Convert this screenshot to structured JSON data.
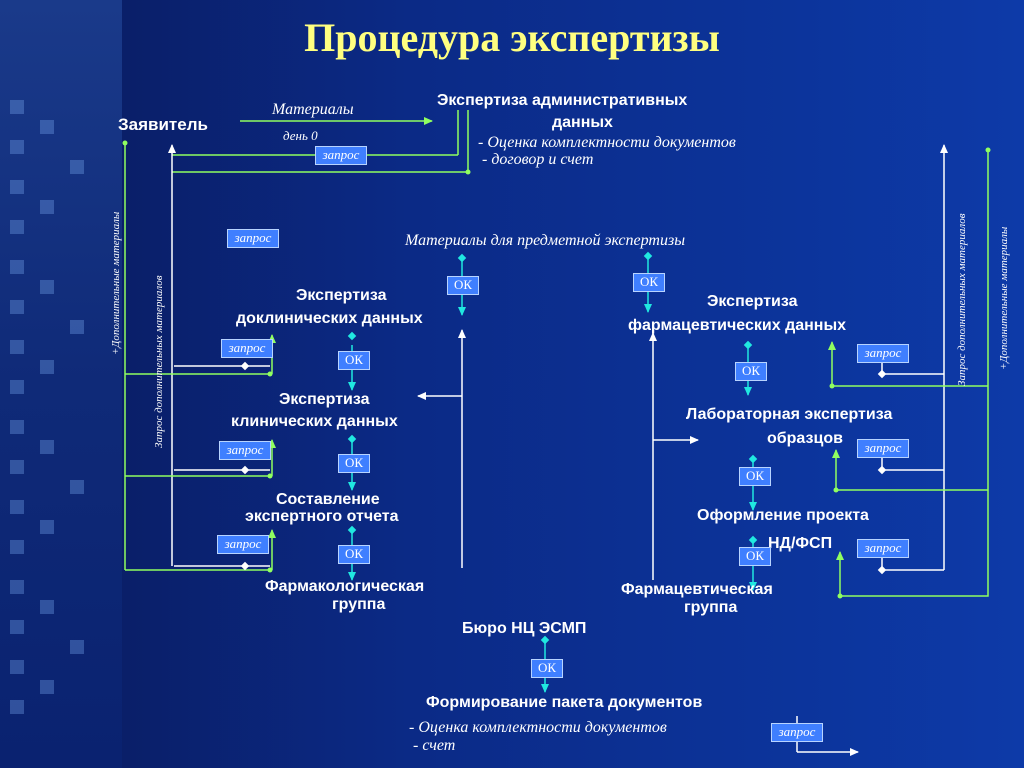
{
  "title": "Процедура экспертизы",
  "applicant": "Заявитель",
  "materials": "Материалы",
  "day0": "день 0",
  "admin": {
    "line1": "Экспертиза административных",
    "line2": "данных",
    "note1": "- Оценка комплектности документов",
    "note2": "- договор и счет"
  },
  "subject_materials": "Материалы для предметной экспертизы",
  "preclinical": {
    "line1": "Экспертиза",
    "line2": "доклинических данных"
  },
  "clinical": {
    "line1": "Экспертиза",
    "line2": "клинических данных"
  },
  "report": {
    "line1": "Составление",
    "line2": "экспертного отчета"
  },
  "pharmacol_group": {
    "line1": "Фармакологическая",
    "line2": "группа"
  },
  "pharma_data": {
    "line1": "Экспертиза",
    "line2": "фармацевтических данных"
  },
  "lab": {
    "line1": "Лабораторная экспертиза",
    "line2": "образцов"
  },
  "nd": {
    "line1": "Оформление проекта",
    "line2": "НД/ФСП"
  },
  "pharma_group": {
    "line1": "Фармацевтическая",
    "line2": "группа"
  },
  "bureau": "Бюро НЦ ЭСМП",
  "package": {
    "title": "Формирование пакета документов",
    "note1": "- Оценка комплектности документов",
    "note2": "- счет"
  },
  "request_label": "запрос",
  "ok_label": "ОК",
  "vertical": {
    "left_outer": "+Дополнительные материалы",
    "left_inner": "Запрос дополнительных материалов",
    "right_inner": "Запрос дополнительных материалов",
    "right_outer": "+Дополнительные материалы"
  },
  "colors": {
    "title": "#ffff80",
    "green_arrow": "#90ff60",
    "white_arrow": "#ffffff",
    "cyan_arrow": "#20e8e0",
    "box_fill": "#3f7fff"
  }
}
